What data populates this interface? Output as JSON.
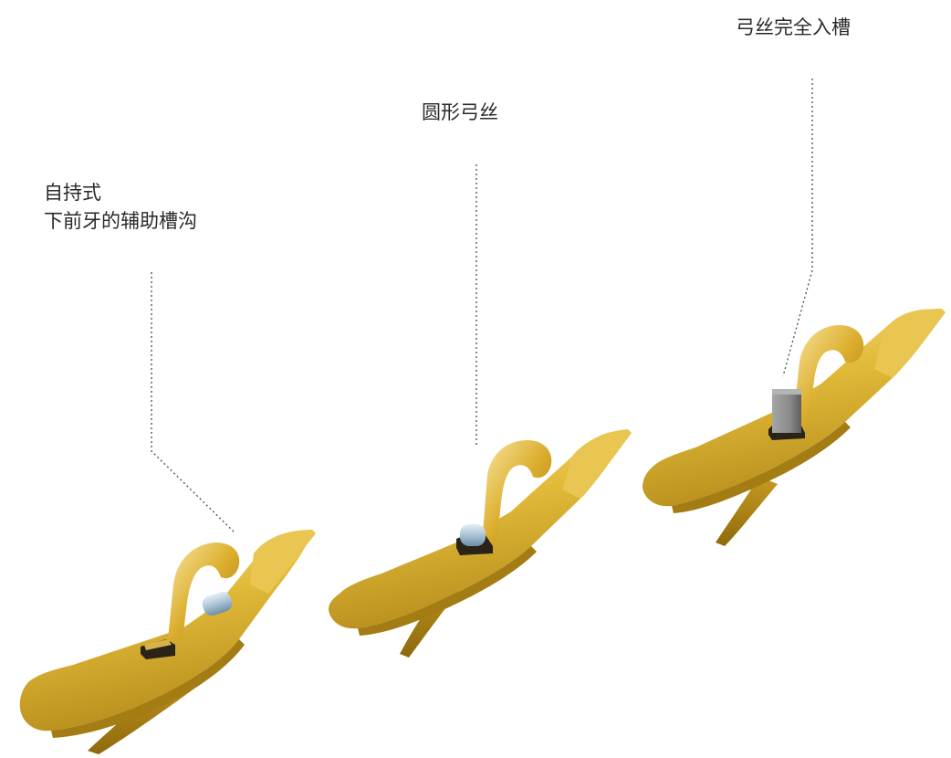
{
  "labels": {
    "groove_line1": "自持式",
    "groove_line2": "下前牙的辅助槽沟",
    "round_wire": "圆形弓丝",
    "wire_seated": "弓丝完全入槽"
  },
  "colors": {
    "background": "#ffffff",
    "gold_light": "#f2d571",
    "gold_mid": "#d8ad2c",
    "gold_dark": "#9a7410",
    "wire_round": "#a9c3d6",
    "wire_square": "#8b8b8b",
    "slot_dark": "#2a2418",
    "leader_line": "#555555"
  }
}
